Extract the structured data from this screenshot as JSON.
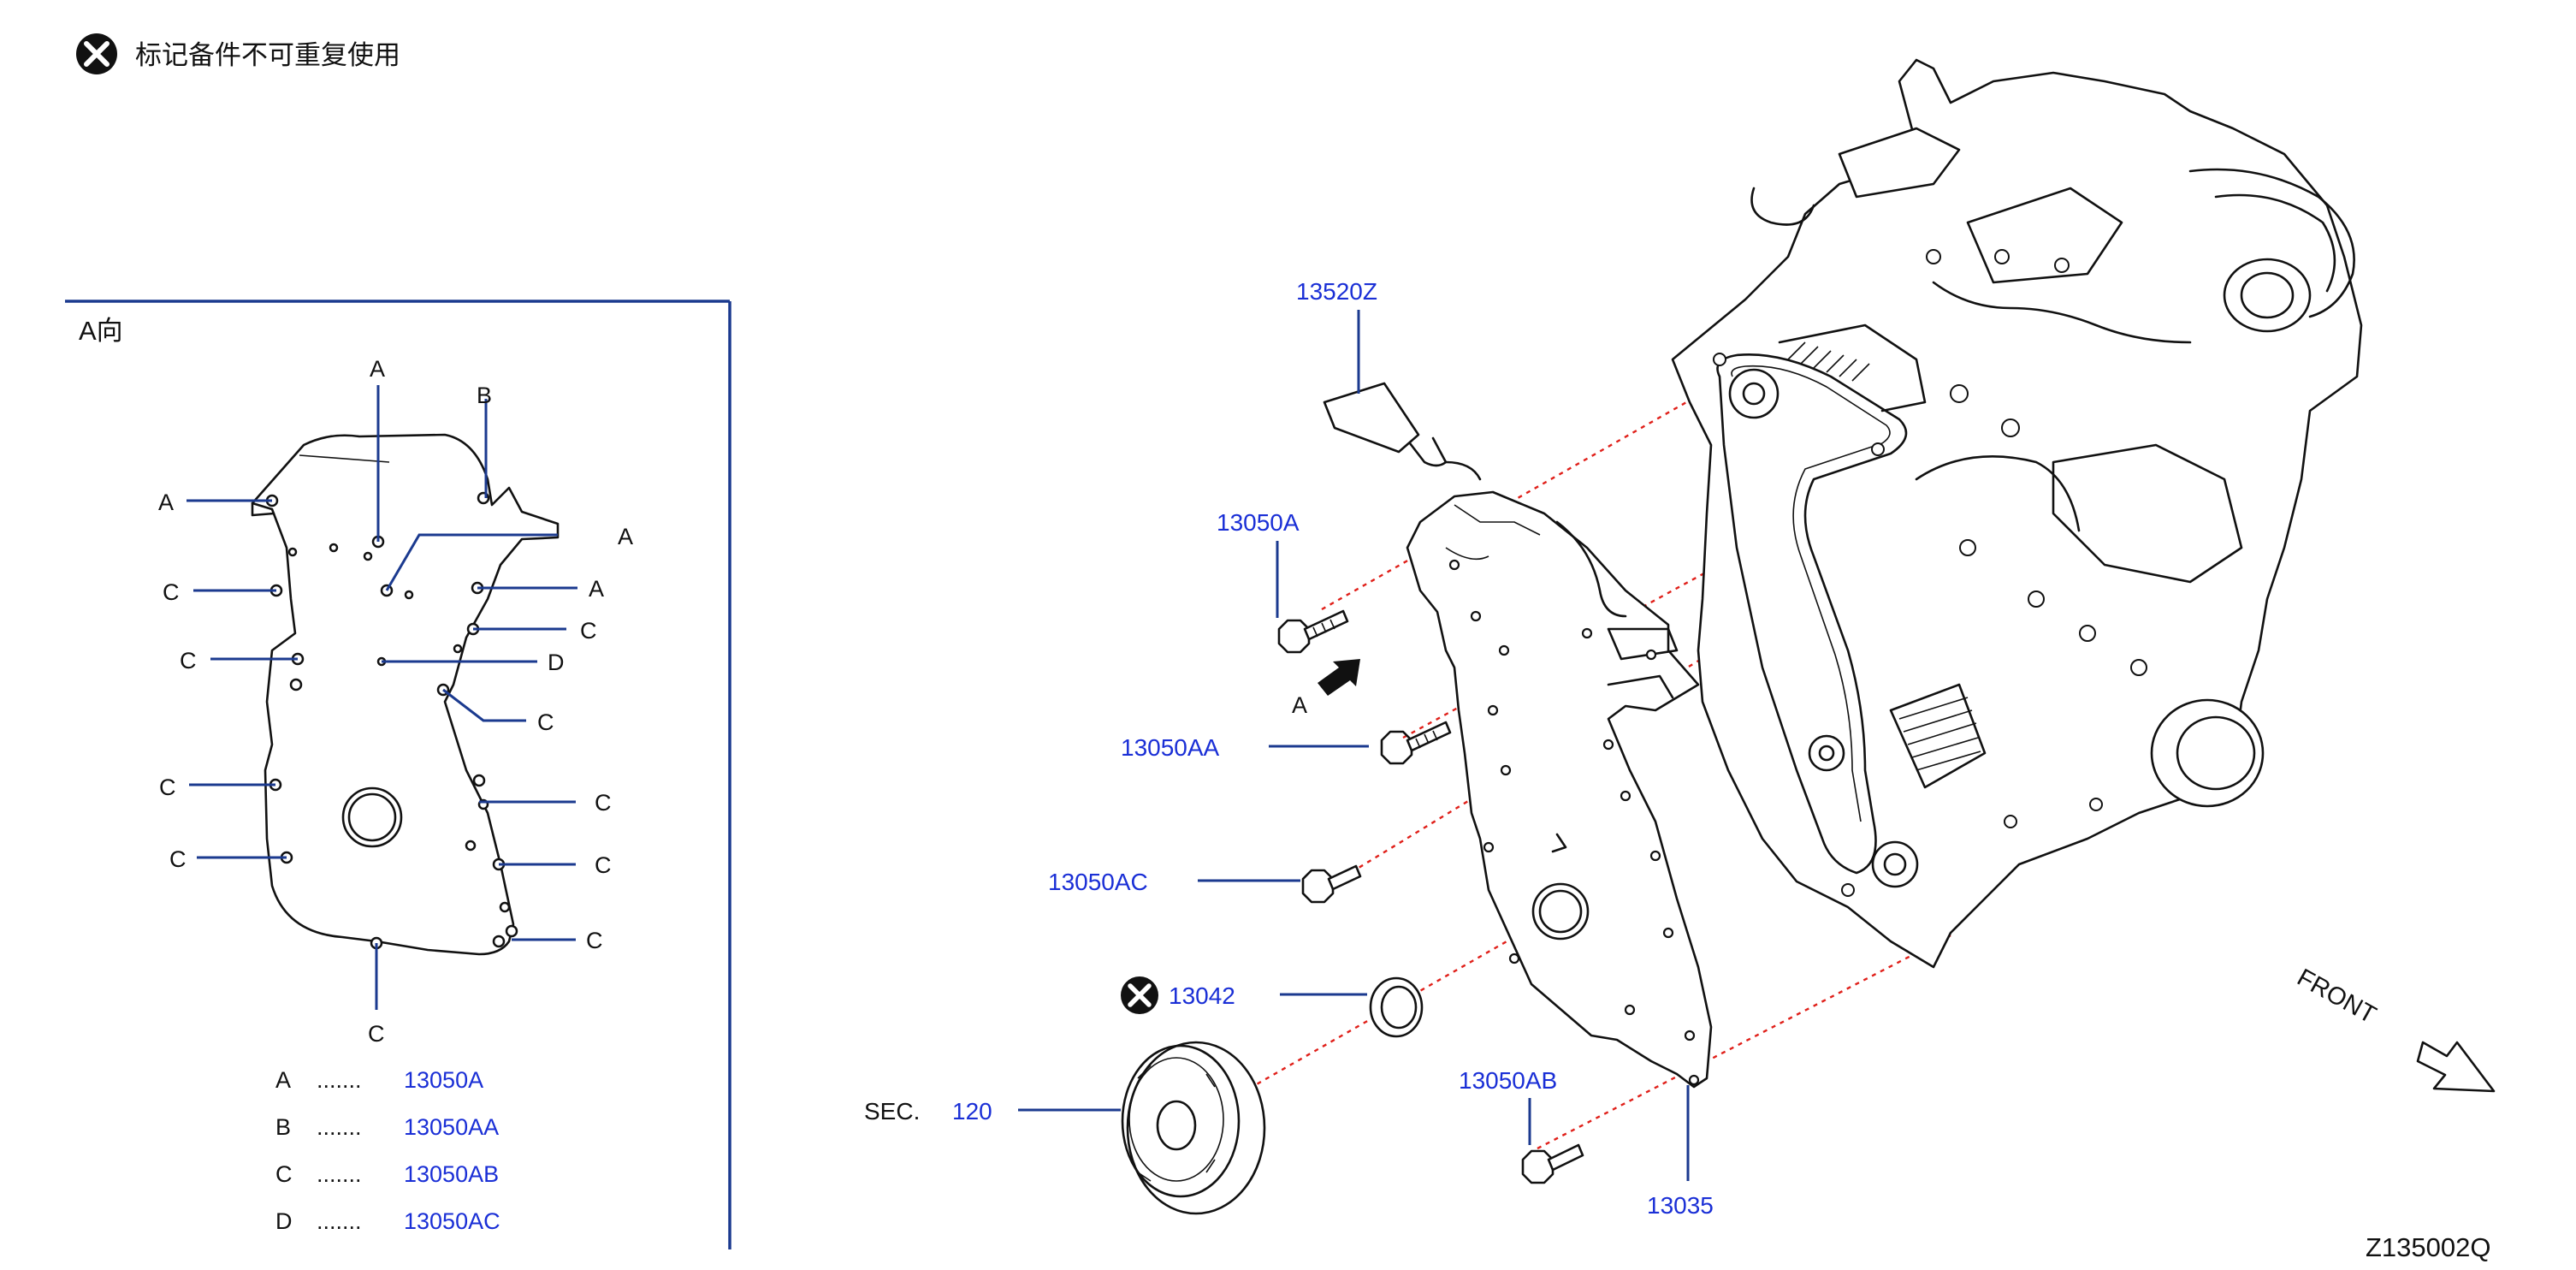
{
  "header": {
    "legend_text": "标记备件不可重复使用",
    "icon": "x-circle-icon"
  },
  "view_panel": {
    "title": "A向",
    "points": {
      "top_a": "A",
      "top_b": "B",
      "left_a": "A",
      "right_a1": "A",
      "right_a2": "A",
      "c_l1": "C",
      "c_l2": "C",
      "c_r1": "C",
      "d1": "D",
      "c_r2": "C",
      "c_l3": "C",
      "c_r3": "C",
      "c_l4": "C",
      "c_r4": "C",
      "c_r5": "C",
      "c_bottom": "C"
    },
    "legend": [
      {
        "key": "A",
        "dots": ".......",
        "part": "13050A"
      },
      {
        "key": "B",
        "dots": ".......",
        "part": "13050AA"
      },
      {
        "key": "C",
        "dots": ".......",
        "part": "13050AB"
      },
      {
        "key": "D",
        "dots": ".......",
        "part": "13050AC"
      }
    ]
  },
  "callouts": {
    "p13520z": "13520Z",
    "p13050a": "13050A",
    "p13050aa": "13050AA",
    "p13050ac": "13050AC",
    "p13042": "13042",
    "sec_prefix": "SEC.",
    "sec_number": "120",
    "p13050ab": "13050AB",
    "p13035": "13035",
    "arrow_a": "A"
  },
  "front_label": "FRONT",
  "drawing_code": "Z135002Q",
  "colors": {
    "part_number": "#1a2fd6",
    "leader": "#1b3a8f",
    "alignment_line": "#e0201a",
    "ink": "#111111"
  }
}
